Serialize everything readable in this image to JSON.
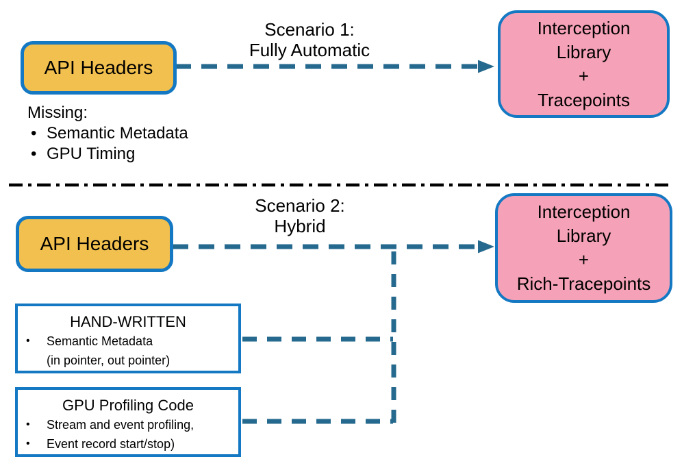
{
  "glyphs": {
    "bullet": "•"
  },
  "colors": {
    "api_box_fill": "#F2C04E",
    "result_box_fill": "#F5A2B8",
    "box_border_blue": "#1478C3",
    "arrow_teal": "#26698E",
    "divider_black": "#000000",
    "text": "#000000"
  },
  "scenario1": {
    "label_line1": "Scenario 1:",
    "label_line2": "Fully Automatic",
    "source_box": {
      "label": "API Headers"
    },
    "target_box": {
      "lines": [
        "Interception",
        "Library",
        "+",
        "Tracepoints"
      ]
    },
    "missing": {
      "heading": "Missing:",
      "items": [
        "Semantic Metadata",
        "GPU Timing"
      ]
    }
  },
  "scenario2": {
    "label_line1": "Scenario 2:",
    "label_line2": "Hybrid",
    "source_box": {
      "label": "API Headers"
    },
    "target_box": {
      "lines": [
        "Interception",
        "Library",
        "+",
        "Rich-Tracepoints"
      ]
    },
    "handwritten_box": {
      "title": "HAND-WRITTEN",
      "bullet_item": "Semantic Metadata",
      "note": "(in pointer, out pointer)"
    },
    "gpu_box": {
      "title": "GPU Profiling Code",
      "bullet_item1": "Stream and event profiling,",
      "bullet_item2": "Event record start/stop)"
    }
  }
}
